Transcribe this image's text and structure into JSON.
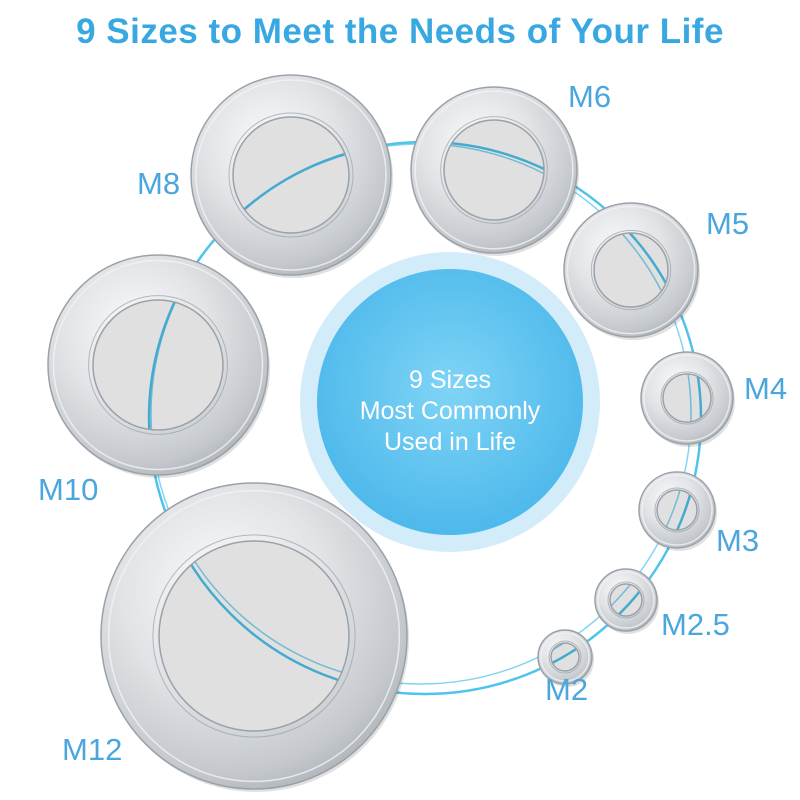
{
  "headline": "9 Sizes to Meet the Needs of Your Life",
  "center": {
    "line1": "9 Sizes",
    "line2": "Most Commonly",
    "line3": "Used in Life"
  },
  "washers": [
    {
      "size": "M8"
    },
    {
      "size": "M6"
    },
    {
      "size": "M5"
    },
    {
      "size": "M4"
    },
    {
      "size": "M3"
    },
    {
      "size": "M2.5"
    },
    {
      "size": "M2"
    },
    {
      "size": "M10"
    },
    {
      "size": "M12"
    }
  ],
  "colors": {
    "headline": "#38a8e2",
    "label": "#4aa6dd",
    "ring": "#4ec3ec",
    "center_outer": "#d3ecfa",
    "center_inner": "#5ec4f0",
    "steel_light": "#f2f3f5",
    "steel_dark": "#9aa1a8"
  }
}
